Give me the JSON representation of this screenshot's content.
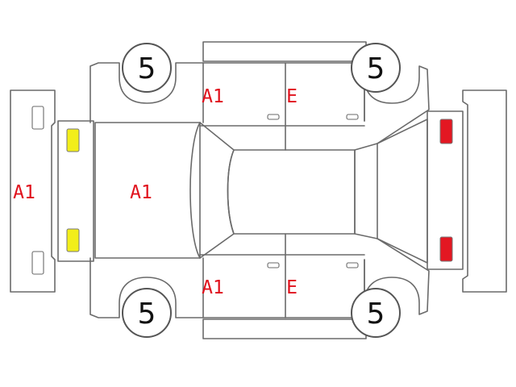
{
  "colors": {
    "code": "#e0101c",
    "yellow_marker": "#f2ee1a",
    "red_marker": "#e31722",
    "outline": "#6a6a6a"
  },
  "wheels": {
    "front_left": "5",
    "rear_left": "5",
    "front_right": "5",
    "rear_right": "5"
  },
  "codes": {
    "front_bumper": "A1",
    "hood": "A1",
    "left_front_door": "A1",
    "left_rear_door": "E",
    "right_front_door": "A1",
    "right_rear_door": "E"
  },
  "markers": {
    "headlights": "yellow_marker",
    "taillights": "red_marker"
  }
}
